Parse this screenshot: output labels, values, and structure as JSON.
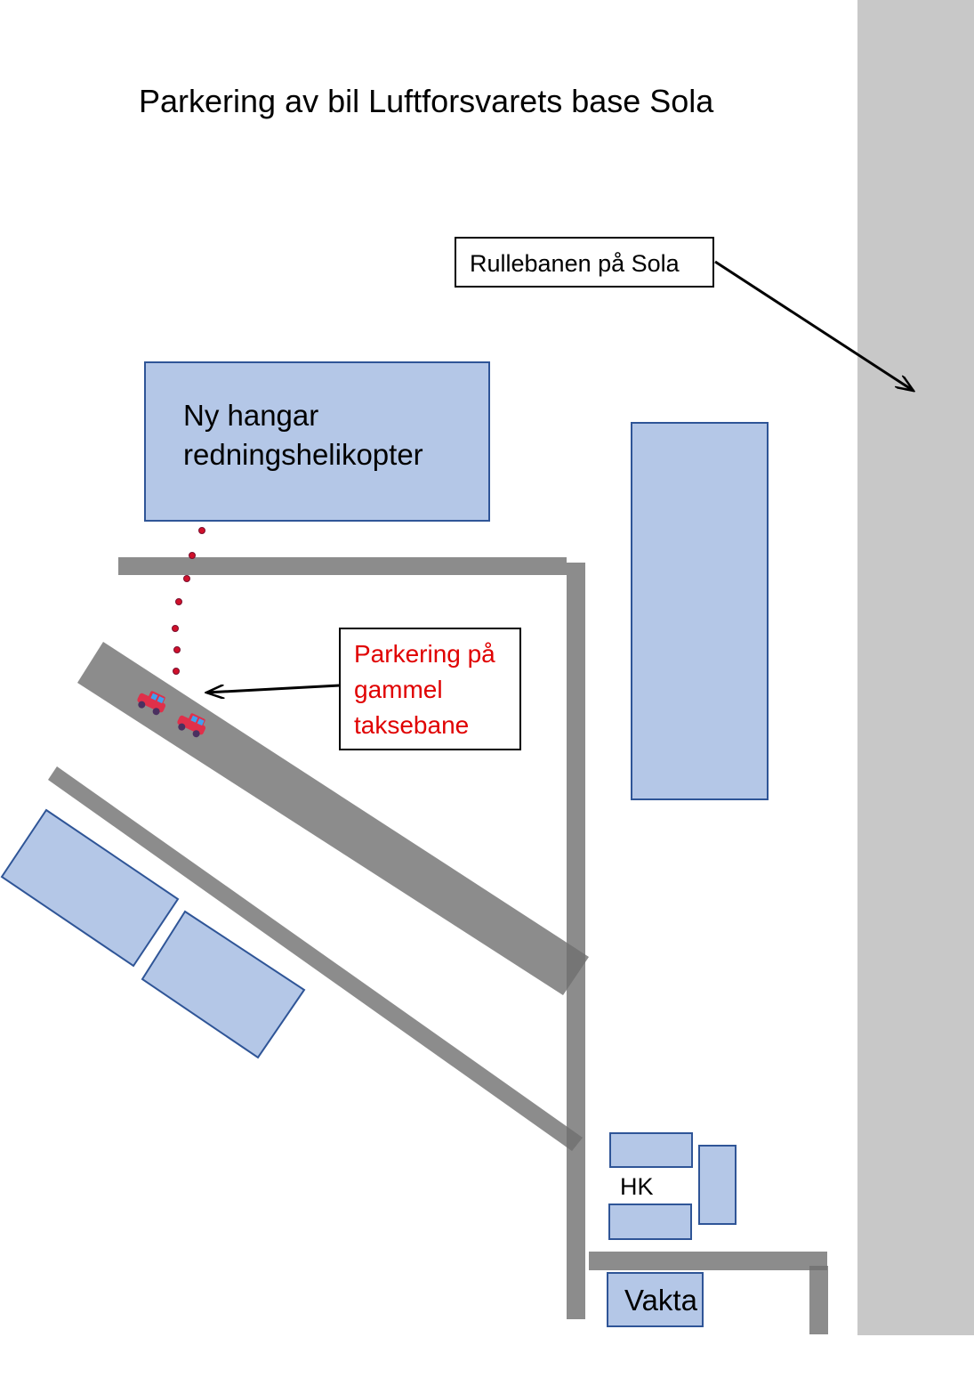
{
  "title": "Parkering av bil Luftforsvarets base Sola",
  "runway_label": "Rullebanen på Sola",
  "hangar_label": [
    "Ny hangar",
    "redningshelikopter"
  ],
  "parking_label": [
    "Parkering på",
    "gammel",
    "taksebane"
  ],
  "hk_label": "HK",
  "guard_label": "Vakta",
  "icons": [
    "car-icon",
    "car-icon"
  ],
  "colors": {
    "building_fill": "#b4c7e7",
    "building_stroke": "#2f5597",
    "road": "#8a8a8a",
    "runway": "#c8c8c8",
    "parking_text": "#e00000",
    "path_dots": "#d0102a"
  }
}
